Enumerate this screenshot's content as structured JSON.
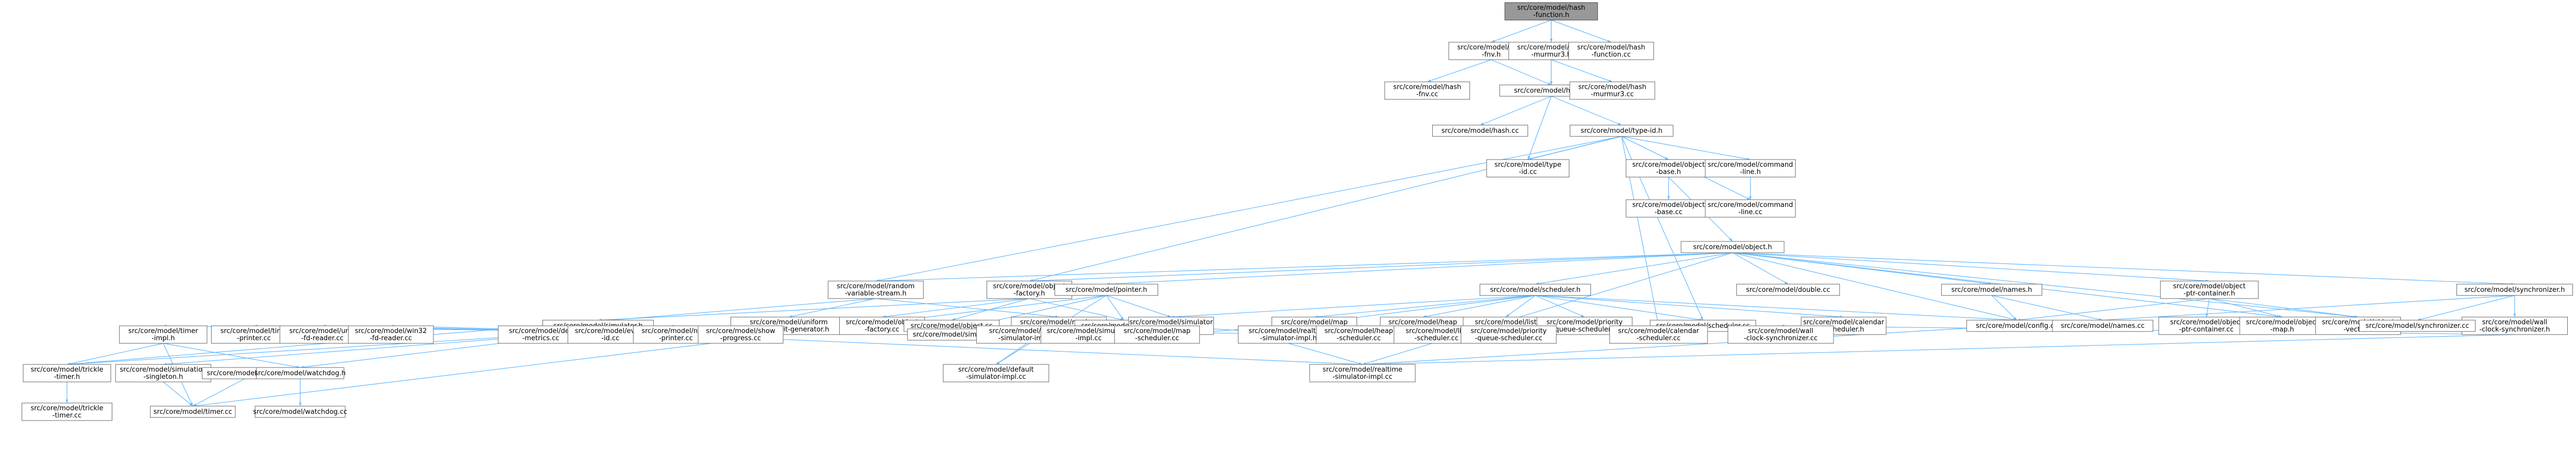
{
  "diagram": {
    "kind": "include dependency graph",
    "root": "n_hashfunc_h",
    "nodes": [
      {
        "id": "n_hashfunc_h",
        "lines": [
          "src/core/model/hash",
          "-function.h"
        ]
      },
      {
        "id": "n_hashfnv_h",
        "lines": [
          "src/core/model/hash",
          "-fnv.h"
        ]
      },
      {
        "id": "n_murmur3_h",
        "lines": [
          "src/core/model/hash",
          "-murmur3.h"
        ]
      },
      {
        "id": "n_hashfunc_cc",
        "lines": [
          "src/core/model/hash",
          "-function.cc"
        ]
      },
      {
        "id": "n_hashfnv_cc",
        "lines": [
          "src/core/model/hash",
          "-fnv.cc"
        ]
      },
      {
        "id": "n_hash_h",
        "lines": [
          "src/core/model/hash.h"
        ]
      },
      {
        "id": "n_murmur3_cc",
        "lines": [
          "src/core/model/hash",
          "-murmur3.cc"
        ]
      },
      {
        "id": "n_hash_cc",
        "lines": [
          "src/core/model/hash.cc"
        ]
      },
      {
        "id": "n_typeid_h",
        "lines": [
          "src/core/model/type-id.h"
        ]
      },
      {
        "id": "n_typeid_cc",
        "lines": [
          "src/core/model/type",
          "-id.cc"
        ]
      },
      {
        "id": "n_objbase_h",
        "lines": [
          "src/core/model/object",
          "-base.h"
        ]
      },
      {
        "id": "n_cmdline_h",
        "lines": [
          "src/core/model/command",
          "-line.h"
        ]
      },
      {
        "id": "n_objbase_cc",
        "lines": [
          "src/core/model/object",
          "-base.cc"
        ]
      },
      {
        "id": "n_cmdline_cc",
        "lines": [
          "src/core/model/command",
          "-line.cc"
        ]
      },
      {
        "id": "n_object_h",
        "lines": [
          "src/core/model/object.h"
        ]
      },
      {
        "id": "n_rvs_h",
        "lines": [
          "src/core/model/random",
          "-variable-stream.h"
        ]
      },
      {
        "id": "n_objfac_h",
        "lines": [
          "src/core/model/object",
          "-factory.h"
        ]
      },
      {
        "id": "n_pointer_h",
        "lines": [
          "src/core/model/pointer.h"
        ]
      },
      {
        "id": "n_scheduler_h",
        "lines": [
          "src/core/model/scheduler.h"
        ]
      },
      {
        "id": "n_double_cc",
        "lines": [
          "src/core/model/double.cc"
        ]
      },
      {
        "id": "n_names_h",
        "lines": [
          "src/core/model/names.h"
        ]
      },
      {
        "id": "n_optr_h",
        "lines": [
          "src/core/model/object",
          "-ptr-container.h"
        ]
      },
      {
        "id": "n_sync_h",
        "lines": [
          "src/core/model/synchronizer.h"
        ]
      },
      {
        "id": "n_urbg_h",
        "lines": [
          "src/core/model/uniform",
          "-random-bit-generator.h"
        ]
      },
      {
        "id": "n_objfac_cc",
        "lines": [
          "src/core/model/object",
          "-factory.cc"
        ]
      },
      {
        "id": "n_sim_h",
        "lines": [
          "src/core/model/simulator.h"
        ]
      },
      {
        "id": "n_object_cc",
        "lines": [
          "src/core/model/object.cc"
        ]
      },
      {
        "id": "n_rvs_cc",
        "lines": [
          "src/core/model/random",
          "-variable-stream.cc"
        ]
      },
      {
        "id": "n_pointer_cc",
        "lines": [
          "src/core/model/pointer.cc"
        ]
      },
      {
        "id": "n_simimpl_h",
        "lines": [
          "src/core/model/simulator",
          "-impl.h"
        ]
      },
      {
        "id": "n_mapsch_h",
        "lines": [
          "src/core/model/map",
          "-scheduler.h"
        ]
      },
      {
        "id": "n_heapsch_h",
        "lines": [
          "src/core/model/heap",
          "-scheduler.h"
        ]
      },
      {
        "id": "n_listsch_h",
        "lines": [
          "src/core/model/list",
          "-scheduler.h"
        ]
      },
      {
        "id": "n_prioq_h",
        "lines": [
          "src/core/model/priority",
          "-queue-scheduler.h"
        ]
      },
      {
        "id": "n_sched_cc",
        "lines": [
          "src/core/model/scheduler.cc"
        ]
      },
      {
        "id": "n_calsch_h",
        "lines": [
          "src/core/model/calendar",
          "-scheduler.h"
        ]
      },
      {
        "id": "n_config_cc",
        "lines": [
          "src/core/model/config.cc"
        ]
      },
      {
        "id": "n_names_cc",
        "lines": [
          "src/core/model/names.cc"
        ]
      },
      {
        "id": "n_optr_cc",
        "lines": [
          "src/core/model/object",
          "-ptr-container.cc"
        ]
      },
      {
        "id": "n_omap_h",
        "lines": [
          "src/core/model/object",
          "-map.h"
        ]
      },
      {
        "id": "n_ovec_h",
        "lines": [
          "src/core/model/object",
          "-vector.h"
        ]
      },
      {
        "id": "n_wallsync_h",
        "lines": [
          "src/core/model/wall",
          "-clock-synchronizer.h"
        ]
      },
      {
        "id": "n_sync_cc",
        "lines": [
          "src/core/model/synchronizer.cc"
        ]
      },
      {
        "id": "n_timerimpl_h",
        "lines": [
          "src/core/model/timer",
          "-impl.h"
        ]
      },
      {
        "id": "n_timeprint_cc",
        "lines": [
          "src/core/model/time",
          "-printer.cc"
        ]
      },
      {
        "id": "n_unixfd_cc",
        "lines": [
          "src/core/model/unix",
          "-fd-reader.cc"
        ]
      },
      {
        "id": "n_win32fd_cc",
        "lines": [
          "src/core/model/win32",
          "-fd-reader.cc"
        ]
      },
      {
        "id": "n_desm_cc",
        "lines": [
          "src/core/model/des",
          "-metrics.cc"
        ]
      },
      {
        "id": "n_eventid_cc",
        "lines": [
          "src/core/model/event",
          "-id.cc"
        ]
      },
      {
        "id": "n_nodeprint_cc",
        "lines": [
          "src/core/model/node",
          "-printer.cc"
        ]
      },
      {
        "id": "n_showprog_cc",
        "lines": [
          "src/core/model/show",
          "-progress.cc"
        ]
      },
      {
        "id": "n_sim_cc",
        "lines": [
          "src/core/model/simulator.cc"
        ]
      },
      {
        "id": "n_defsimimpl_h",
        "lines": [
          "src/core/model/default",
          "-simulator-impl.h"
        ]
      },
      {
        "id": "n_simimpl_cc",
        "lines": [
          "src/core/model/simulator",
          "-impl.cc"
        ]
      },
      {
        "id": "n_mapsch_cc",
        "lines": [
          "src/core/model/map",
          "-scheduler.cc"
        ]
      },
      {
        "id": "n_rtsimimpl_h",
        "lines": [
          "src/core/model/realtime",
          "-simulator-impl.h"
        ]
      },
      {
        "id": "n_heapsch_cc",
        "lines": [
          "src/core/model/heap",
          "-scheduler.cc"
        ]
      },
      {
        "id": "n_listsch_cc",
        "lines": [
          "src/core/model/list",
          "-scheduler.cc"
        ]
      },
      {
        "id": "n_prioq_cc",
        "lines": [
          "src/core/model/priority",
          "-queue-scheduler.cc"
        ]
      },
      {
        "id": "n_calsch_cc",
        "lines": [
          "src/core/model/calendar",
          "-scheduler.cc"
        ]
      },
      {
        "id": "n_wallsync_cc",
        "lines": [
          "src/core/model/wall",
          "-clock-synchronizer.cc"
        ]
      },
      {
        "id": "n_trickle_h",
        "lines": [
          "src/core/model/trickle",
          "-timer.h"
        ]
      },
      {
        "id": "n_simsingle_h",
        "lines": [
          "src/core/model/simulation",
          "-singleton.h"
        ]
      },
      {
        "id": "n_timer_h",
        "lines": [
          "src/core/model/timer.h"
        ]
      },
      {
        "id": "n_watchdog_h",
        "lines": [
          "src/core/model/watchdog.h"
        ]
      },
      {
        "id": "n_defsimimpl_cc",
        "lines": [
          "src/core/model/default",
          "-simulator-impl.cc"
        ]
      },
      {
        "id": "n_rtsimimpl_cc",
        "lines": [
          "src/core/model/realtime",
          "-simulator-impl.cc"
        ]
      },
      {
        "id": "n_trickle_cc",
        "lines": [
          "src/core/model/trickle",
          "-timer.cc"
        ]
      },
      {
        "id": "n_timer_cc",
        "lines": [
          "src/core/model/timer.cc"
        ]
      },
      {
        "id": "n_watchdog_cc",
        "lines": [
          "src/core/model/watchdog.cc"
        ]
      }
    ],
    "edges": [
      [
        "n_hashfunc_h",
        "n_hashfnv_h"
      ],
      [
        "n_hashfunc_h",
        "n_murmur3_h"
      ],
      [
        "n_hashfunc_h",
        "n_hashfunc_cc"
      ],
      [
        "n_hashfunc_h",
        "n_hash_h"
      ],
      [
        "n_hashfnv_h",
        "n_hashfnv_cc"
      ],
      [
        "n_hashfnv_h",
        "n_hash_h"
      ],
      [
        "n_murmur3_h",
        "n_hash_h"
      ],
      [
        "n_murmur3_h",
        "n_murmur3_cc"
      ],
      [
        "n_hash_h",
        "n_hash_cc"
      ],
      [
        "n_hash_h",
        "n_typeid_h"
      ],
      [
        "n_hash_h",
        "n_typeid_cc"
      ],
      [
        "n_typeid_h",
        "n_typeid_cc"
      ],
      [
        "n_typeid_h",
        "n_objbase_h"
      ],
      [
        "n_typeid_h",
        "n_cmdline_h"
      ],
      [
        "n_typeid_h",
        "n_cmdline_cc"
      ],
      [
        "n_typeid_h",
        "n_rvs_h"
      ],
      [
        "n_typeid_h",
        "n_objfac_h"
      ],
      [
        "n_typeid_h",
        "n_sched_cc"
      ],
      [
        "n_typeid_h",
        "n_calsch_cc"
      ],
      [
        "n_objbase_h",
        "n_objbase_cc"
      ],
      [
        "n_objbase_h",
        "n_object_h"
      ],
      [
        "n_cmdline_h",
        "n_cmdline_cc"
      ],
      [
        "n_object_h",
        "n_rvs_h"
      ],
      [
        "n_object_h",
        "n_objfac_h"
      ],
      [
        "n_object_h",
        "n_pointer_h"
      ],
      [
        "n_object_h",
        "n_scheduler_h"
      ],
      [
        "n_object_h",
        "n_double_cc"
      ],
      [
        "n_object_h",
        "n_names_h"
      ],
      [
        "n_object_h",
        "n_optr_h"
      ],
      [
        "n_object_h",
        "n_sync_h"
      ],
      [
        "n_object_h",
        "n_omap_h"
      ],
      [
        "n_object_h",
        "n_ovec_h"
      ],
      [
        "n_object_h",
        "n_config_cc"
      ],
      [
        "n_object_h",
        "n_rtsimimpl_cc"
      ],
      [
        "n_rvs_h",
        "n_urbg_h"
      ],
      [
        "n_rvs_h",
        "n_rvs_cc"
      ],
      [
        "n_rvs_h",
        "n_trickle_h"
      ],
      [
        "n_objfac_h",
        "n_objfac_cc"
      ],
      [
        "n_objfac_h",
        "n_sim_h"
      ],
      [
        "n_objfac_h",
        "n_object_cc"
      ],
      [
        "n_objfac_h",
        "n_pointer_cc"
      ],
      [
        "n_pointer_h",
        "n_pointer_cc"
      ],
      [
        "n_pointer_h",
        "n_simimpl_h"
      ],
      [
        "n_pointer_h",
        "n_sim_cc"
      ],
      [
        "n_pointer_h",
        "n_timer_cc"
      ],
      [
        "n_pointer_h",
        "n_defsimimpl_cc"
      ],
      [
        "n_scheduler_h",
        "n_mapsch_h"
      ],
      [
        "n_scheduler_h",
        "n_heapsch_h"
      ],
      [
        "n_scheduler_h",
        "n_listsch_h"
      ],
      [
        "n_scheduler_h",
        "n_prioq_h"
      ],
      [
        "n_scheduler_h",
        "n_sched_cc"
      ],
      [
        "n_scheduler_h",
        "n_calsch_h"
      ],
      [
        "n_scheduler_h",
        "n_config_cc"
      ],
      [
        "n_scheduler_h",
        "n_simimpl_h"
      ],
      [
        "n_scheduler_h",
        "n_rtsimimpl_h"
      ],
      [
        "n_names_h",
        "n_config_cc"
      ],
      [
        "n_names_h",
        "n_names_cc"
      ],
      [
        "n_optr_h",
        "n_optr_cc"
      ],
      [
        "n_optr_h",
        "n_omap_h"
      ],
      [
        "n_optr_h",
        "n_ovec_h"
      ],
      [
        "n_optr_h",
        "n_config_cc"
      ],
      [
        "n_sync_h",
        "n_sync_cc"
      ],
      [
        "n_sync_h",
        "n_wallsync_h"
      ],
      [
        "n_sync_h",
        "n_rtsimimpl_cc"
      ],
      [
        "n_sim_h",
        "n_timerimpl_h"
      ],
      [
        "n_sim_h",
        "n_timeprint_cc"
      ],
      [
        "n_sim_h",
        "n_unixfd_cc"
      ],
      [
        "n_sim_h",
        "n_win32fd_cc"
      ],
      [
        "n_sim_h",
        "n_desm_cc"
      ],
      [
        "n_sim_h",
        "n_eventid_cc"
      ],
      [
        "n_sim_h",
        "n_nodeprint_cc"
      ],
      [
        "n_sim_h",
        "n_showprog_cc"
      ],
      [
        "n_sim_h",
        "n_sim_cc"
      ],
      [
        "n_sim_h",
        "n_simsingle_h"
      ],
      [
        "n_sim_h",
        "n_watchdog_h"
      ],
      [
        "n_sim_h",
        "n_trickle_h"
      ],
      [
        "n_sim_h",
        "n_rtsimimpl_cc"
      ],
      [
        "n_simimpl_h",
        "n_sim_cc"
      ],
      [
        "n_simimpl_h",
        "n_defsimimpl_h"
      ],
      [
        "n_simimpl_h",
        "n_simimpl_cc"
      ],
      [
        "n_simimpl_h",
        "n_rtsimimpl_h"
      ],
      [
        "n_mapsch_h",
        "n_sim_cc"
      ],
      [
        "n_mapsch_h",
        "n_mapsch_cc"
      ],
      [
        "n_heapsch_h",
        "n_heapsch_cc"
      ],
      [
        "n_listsch_h",
        "n_listsch_cc"
      ],
      [
        "n_prioq_h",
        "n_prioq_cc"
      ],
      [
        "n_calsch_h",
        "n_calsch_cc"
      ],
      [
        "n_defsimimpl_h",
        "n_defsimimpl_cc"
      ],
      [
        "n_rtsimimpl_h",
        "n_rtsimimpl_cc"
      ],
      [
        "n_wallsync_h",
        "n_wallsync_cc"
      ],
      [
        "n_wallsync_h",
        "n_rtsimimpl_cc"
      ],
      [
        "n_timerimpl_h",
        "n_trickle_h"
      ],
      [
        "n_timerimpl_h",
        "n_timer_cc"
      ],
      [
        "n_timerimpl_h",
        "n_watchdog_h"
      ],
      [
        "n_trickle_h",
        "n_trickle_cc"
      ],
      [
        "n_simsingle_h",
        "n_timer_cc"
      ],
      [
        "n_timer_h",
        "n_timer_cc"
      ],
      [
        "n_watchdog_h",
        "n_watchdog_cc"
      ]
    ]
  }
}
